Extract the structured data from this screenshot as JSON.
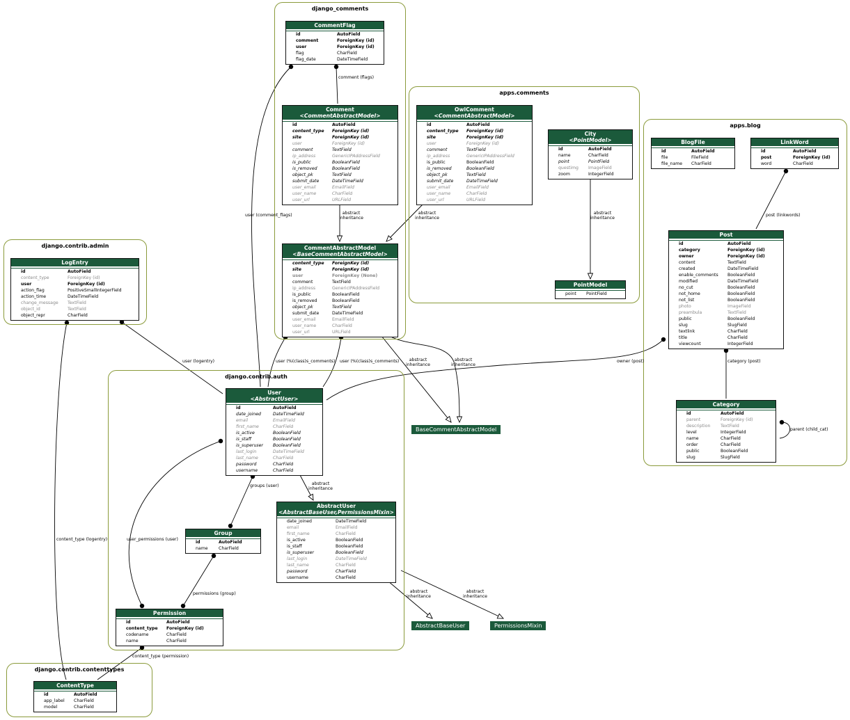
{
  "clusters": {
    "django_comments": "django_comments",
    "apps_comments": "apps.comments",
    "apps_blog": "apps.blog",
    "django_contrib_admin": "django.contrib.admin",
    "django_contrib_auth": "django.contrib.auth",
    "django_contrib_contenttypes": "django.contrib.contenttypes"
  },
  "models": {
    "commentflag": {
      "title": "CommentFlag",
      "fields": [
        {
          "name": "id",
          "type": "AutoField",
          "style": "bold"
        },
        {
          "name": "comment",
          "type": "ForeignKey (id)",
          "style": "bold"
        },
        {
          "name": "user",
          "type": "ForeignKey (id)",
          "style": "bold"
        },
        {
          "name": "flag",
          "type": "CharField",
          "style": ""
        },
        {
          "name": "flag_date",
          "type": "DateTimeField",
          "style": ""
        }
      ]
    },
    "comment": {
      "title": "Comment",
      "subtitle": "<CommentAbstractModel>",
      "fields": [
        {
          "name": "id",
          "type": "AutoField",
          "style": "bold"
        },
        {
          "name": "content_type",
          "type": "ForeignKey (id)",
          "style": "bold italic"
        },
        {
          "name": "site",
          "type": "ForeignKey (id)",
          "style": "bold italic"
        },
        {
          "name": "user",
          "type": "ForeignKey (id)",
          "style": "italic grey"
        },
        {
          "name": "comment",
          "type": "TextField",
          "style": "italic"
        },
        {
          "name": "ip_address",
          "type": "GenericIPAddressField",
          "style": "italic grey"
        },
        {
          "name": "is_public",
          "type": "BooleanField",
          "style": "italic"
        },
        {
          "name": "is_removed",
          "type": "BooleanField",
          "style": "italic"
        },
        {
          "name": "object_pk",
          "type": "TextField",
          "style": "italic"
        },
        {
          "name": "submit_date",
          "type": "DateTimeField",
          "style": "italic"
        },
        {
          "name": "user_email",
          "type": "EmailField",
          "style": "italic grey"
        },
        {
          "name": "user_name",
          "type": "CharField",
          "style": "italic grey"
        },
        {
          "name": "user_url",
          "type": "URLField",
          "style": "italic grey"
        }
      ]
    },
    "commentabstract": {
      "title": "CommentAbstractModel",
      "subtitle": "<BaseCommentAbstractModel>",
      "fields": [
        {
          "name": "content_type",
          "type": "ForeignKey (id)",
          "style": "bold italic"
        },
        {
          "name": "site",
          "type": "ForeignKey (id)",
          "style": "bold italic"
        },
        {
          "name": "user",
          "type": "ForeignKey (None)",
          "style": "bold grey"
        },
        {
          "name": "comment",
          "type": "TextField",
          "style": ""
        },
        {
          "name": "ip_address",
          "type": "GenericIPAddressField",
          "style": "grey"
        },
        {
          "name": "is_public",
          "type": "BooleanField",
          "style": ""
        },
        {
          "name": "is_removed",
          "type": "BooleanField",
          "style": ""
        },
        {
          "name": "object_pk",
          "type": "TextField",
          "style": "italic"
        },
        {
          "name": "submit_date",
          "type": "DateTimeField",
          "style": ""
        },
        {
          "name": "user_email",
          "type": "EmailField",
          "style": "grey"
        },
        {
          "name": "user_name",
          "type": "CharField",
          "style": "grey"
        },
        {
          "name": "user_url",
          "type": "URLField",
          "style": "grey"
        }
      ]
    },
    "owlcomment": {
      "title": "OwlComment",
      "subtitle": "<CommentAbstractModel>",
      "fields": [
        {
          "name": "id",
          "type": "AutoField",
          "style": "bold"
        },
        {
          "name": "content_type",
          "type": "ForeignKey (id)",
          "style": "bold italic"
        },
        {
          "name": "site",
          "type": "ForeignKey (id)",
          "style": "bold italic"
        },
        {
          "name": "user",
          "type": "ForeignKey (id)",
          "style": "italic grey"
        },
        {
          "name": "comment",
          "type": "TextField",
          "style": "italic"
        },
        {
          "name": "ip_address",
          "type": "GenericIPAddressField",
          "style": "italic grey"
        },
        {
          "name": "is_public",
          "type": "BooleanField",
          "style": ""
        },
        {
          "name": "is_removed",
          "type": "BooleanField",
          "style": "italic"
        },
        {
          "name": "object_pk",
          "type": "TextField",
          "style": "italic"
        },
        {
          "name": "submit_date",
          "type": "DateTimeField",
          "style": "italic"
        },
        {
          "name": "user_email",
          "type": "EmailField",
          "style": "italic grey"
        },
        {
          "name": "user_name",
          "type": "CharField",
          "style": "italic grey"
        },
        {
          "name": "user_url",
          "type": "URLField",
          "style": "italic grey"
        }
      ]
    },
    "city": {
      "title": "City",
      "subtitle": "<PointModel>",
      "fields": [
        {
          "name": "id",
          "type": "AutoField",
          "style": "bold"
        },
        {
          "name": "name",
          "type": "CharField",
          "style": ""
        },
        {
          "name": "point",
          "type": "PointField",
          "style": "italic"
        },
        {
          "name": "questimg",
          "type": "ImageField",
          "style": "grey"
        },
        {
          "name": "zoom",
          "type": "IntegerField",
          "style": ""
        }
      ]
    },
    "pointmodel": {
      "title": "PointModel",
      "fields": [
        {
          "name": "point",
          "type": "PointField",
          "style": ""
        }
      ]
    },
    "blogfile": {
      "title": "BlogFile",
      "fields": [
        {
          "name": "id",
          "type": "AutoField",
          "style": "bold"
        },
        {
          "name": "file",
          "type": "FileField",
          "style": ""
        },
        {
          "name": "file_name",
          "type": "CharField",
          "style": ""
        }
      ]
    },
    "linkword": {
      "title": "LinkWord",
      "fields": [
        {
          "name": "id",
          "type": "AutoField",
          "style": "bold"
        },
        {
          "name": "post",
          "type": "ForeignKey (id)",
          "style": "bold"
        },
        {
          "name": "word",
          "type": "CharField",
          "style": ""
        }
      ]
    },
    "post": {
      "title": "Post",
      "fields": [
        {
          "name": "id",
          "type": "AutoField",
          "style": "bold"
        },
        {
          "name": "category",
          "type": "ForeignKey (id)",
          "style": "bold"
        },
        {
          "name": "owner",
          "type": "ForeignKey (id)",
          "style": "bold"
        },
        {
          "name": "content",
          "type": "TextField",
          "style": ""
        },
        {
          "name": "created",
          "type": "DateTimeField",
          "style": ""
        },
        {
          "name": "enable_comments",
          "type": "BooleanField",
          "style": ""
        },
        {
          "name": "modified",
          "type": "DateTimeField",
          "style": ""
        },
        {
          "name": "no_cut",
          "type": "BooleanField",
          "style": ""
        },
        {
          "name": "not_home",
          "type": "BooleanField",
          "style": ""
        },
        {
          "name": "not_list",
          "type": "BooleanField",
          "style": ""
        },
        {
          "name": "photo",
          "type": "ImageField",
          "style": "grey"
        },
        {
          "name": "preambula",
          "type": "TextField",
          "style": "grey"
        },
        {
          "name": "public",
          "type": "BooleanField",
          "style": ""
        },
        {
          "name": "slug",
          "type": "SlugField",
          "style": ""
        },
        {
          "name": "textlink",
          "type": "CharField",
          "style": ""
        },
        {
          "name": "title",
          "type": "CharField",
          "style": ""
        },
        {
          "name": "viewcount",
          "type": "IntegerField",
          "style": ""
        }
      ]
    },
    "category": {
      "title": "Category",
      "fields": [
        {
          "name": "id",
          "type": "AutoField",
          "style": "bold"
        },
        {
          "name": "parent",
          "type": "ForeignKey (id)",
          "style": "grey"
        },
        {
          "name": "description",
          "type": "TextField",
          "style": "grey"
        },
        {
          "name": "level",
          "type": "IntegerField",
          "style": ""
        },
        {
          "name": "name",
          "type": "CharField",
          "style": ""
        },
        {
          "name": "order",
          "type": "CharField",
          "style": ""
        },
        {
          "name": "public",
          "type": "BooleanField",
          "style": ""
        },
        {
          "name": "slug",
          "type": "SlugField",
          "style": ""
        }
      ]
    },
    "logentry": {
      "title": "LogEntry",
      "fields": [
        {
          "name": "id",
          "type": "AutoField",
          "style": "bold"
        },
        {
          "name": "content_type",
          "type": "ForeignKey (id)",
          "style": "grey"
        },
        {
          "name": "user",
          "type": "ForeignKey (id)",
          "style": "bold"
        },
        {
          "name": "action_flag",
          "type": "PositiveSmallIntegerField",
          "style": ""
        },
        {
          "name": "action_time",
          "type": "DateTimeField",
          "style": ""
        },
        {
          "name": "change_message",
          "type": "TextField",
          "style": "grey"
        },
        {
          "name": "object_id",
          "type": "TextField",
          "style": "grey"
        },
        {
          "name": "object_repr",
          "type": "CharField",
          "style": ""
        }
      ]
    },
    "user": {
      "title": "User",
      "subtitle": "<AbstractUser>",
      "fields": [
        {
          "name": "id",
          "type": "AutoField",
          "style": "bold"
        },
        {
          "name": "date_joined",
          "type": "DateTimeField",
          "style": "italic"
        },
        {
          "name": "email",
          "type": "EmailField",
          "style": "italic grey"
        },
        {
          "name": "first_name",
          "type": "CharField",
          "style": "italic grey"
        },
        {
          "name": "is_active",
          "type": "BooleanField",
          "style": "italic"
        },
        {
          "name": "is_staff",
          "type": "BooleanField",
          "style": "italic"
        },
        {
          "name": "is_superuser",
          "type": "BooleanField",
          "style": "italic"
        },
        {
          "name": "last_login",
          "type": "DateTimeField",
          "style": "italic grey"
        },
        {
          "name": "last_name",
          "type": "CharField",
          "style": "italic grey"
        },
        {
          "name": "password",
          "type": "CharField",
          "style": "italic"
        },
        {
          "name": "username",
          "type": "CharField",
          "style": "italic"
        }
      ]
    },
    "abstractuser": {
      "title": "AbstractUser",
      "subtitle": "<AbstractBaseUser,PermissionsMixin>",
      "fields": [
        {
          "name": "date_joined",
          "type": "DateTimeField",
          "style": ""
        },
        {
          "name": "email",
          "type": "EmailField",
          "style": "grey"
        },
        {
          "name": "first_name",
          "type": "CharField",
          "style": "grey"
        },
        {
          "name": "is_active",
          "type": "BooleanField",
          "style": ""
        },
        {
          "name": "is_staff",
          "type": "BooleanField",
          "style": ""
        },
        {
          "name": "is_superuser",
          "type": "BooleanField",
          "style": "italic"
        },
        {
          "name": "last_login",
          "type": "DateTimeField",
          "style": "italic grey"
        },
        {
          "name": "last_name",
          "type": "CharField",
          "style": "grey"
        },
        {
          "name": "password",
          "type": "CharField",
          "style": "italic"
        },
        {
          "name": "username",
          "type": "CharField",
          "style": ""
        }
      ]
    },
    "group": {
      "title": "Group",
      "fields": [
        {
          "name": "id",
          "type": "AutoField",
          "style": "bold"
        },
        {
          "name": "name",
          "type": "CharField",
          "style": ""
        }
      ]
    },
    "permission": {
      "title": "Permission",
      "fields": [
        {
          "name": "id",
          "type": "AutoField",
          "style": "bold"
        },
        {
          "name": "content_type",
          "type": "ForeignKey (id)",
          "style": "bold"
        },
        {
          "name": "codename",
          "type": "CharField",
          "style": ""
        },
        {
          "name": "name",
          "type": "CharField",
          "style": ""
        }
      ]
    },
    "contenttype": {
      "title": "ContentType",
      "fields": [
        {
          "name": "id",
          "type": "AutoField",
          "style": "bold"
        },
        {
          "name": "app_label",
          "type": "CharField",
          "style": ""
        },
        {
          "name": "model",
          "type": "CharField",
          "style": ""
        }
      ]
    }
  },
  "external_models": {
    "basecomment": "BaseCommentAbstractModel",
    "abstractbaseuser": "AbstractBaseUser",
    "permissionsmixin": "PermissionsMixin"
  },
  "edge_labels": {
    "comment_flags": "comment (flags)",
    "user_comment_flags": "user (comment_flags)",
    "abs1": "abstract\ninheritance",
    "abs2": "abstract\ninheritance",
    "abs3": "abstract\ninheritance",
    "abs4": "abstract\ninheritance",
    "abs5": "abstract\ninheritance",
    "abs6": "abstract\ninheritance",
    "abs7": "abstract\ninheritance",
    "abs8": "abstract\ninheritance",
    "user_classis1": "user (%(class)s_comments)",
    "user_classis2": "user (%(class)s_comments)",
    "user_logentry": "user (logentry)",
    "owner_post": "owner (post)",
    "post_linkwords": "post (linkwords)",
    "category_post": "category (post)",
    "parent_child": "parent (child_cat)",
    "groups_user": "groups (user)",
    "user_permissions": "user_permissions (user)",
    "permissions_group": "permissions (group)",
    "content_type_logentry": "content_type (logentry)",
    "content_type_permission": "content_type (permission)"
  }
}
